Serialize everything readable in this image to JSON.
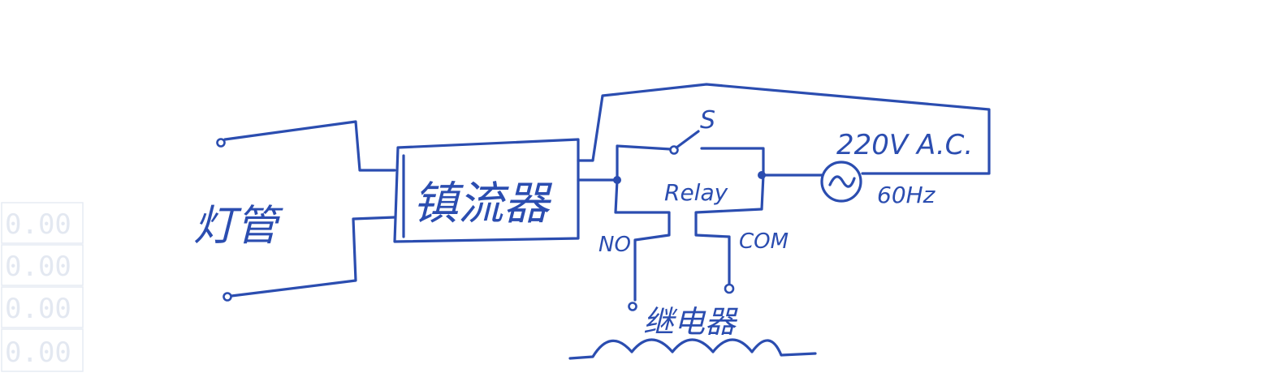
{
  "labels": {
    "lamp": "灯管",
    "ballast": "镇流器",
    "switch": "S",
    "relay": "Relay",
    "no": "NO",
    "com": "COM",
    "ac_voltage": "220V A.C.",
    "ac_freq": "60Hz",
    "relay_coil": "继电器"
  },
  "faint_stamp": [
    "0.00",
    "0.00",
    "0.00",
    "0.00"
  ],
  "colors": {
    "ink": "#2b4db0",
    "background": "#ffffff"
  }
}
